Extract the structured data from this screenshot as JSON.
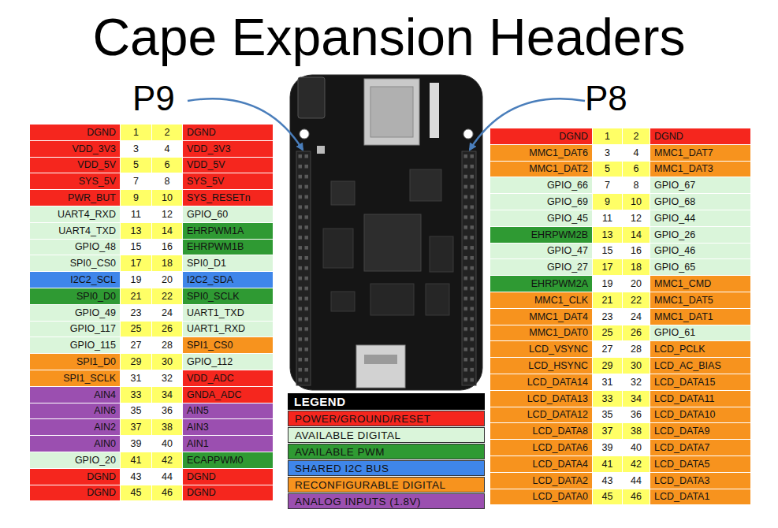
{
  "diagram": {
    "title": "Cape Expansion Headers",
    "labels": [
      "P9",
      "P8",
      "DGND",
      "1",
      "2",
      "DGND",
      "VDD_3V3",
      "3",
      "4",
      "VDD_3V3",
      "VDD_5V",
      "5",
      "6",
      "VDD_5V",
      "SYS_5V",
      "7",
      "8",
      "SYS_5V",
      "PWR_BUT",
      "9",
      "10",
      "SYS_RESETn",
      "UART4_RXD",
      "11",
      "12",
      "GPIO_60",
      "UART4_TXD",
      "13",
      "14",
      "EHRPWM1A",
      "GPIO_48",
      "15",
      "16",
      "EHRPWM1B",
      "SPI0_CS0",
      "17",
      "18",
      "SPI0_D1",
      "I2C2_SCL",
      "19",
      "20",
      "I2C2_SDA",
      "SPI0_D0",
      "21",
      "22",
      "SPI0_SCLK",
      "GPIO_49",
      "23",
      "24",
      "UART1_TXD",
      "GPIO_117",
      "25",
      "26",
      "UART1_RXD",
      "GPIO_115",
      "27",
      "28",
      "SPI1_CS0",
      "SPI1_D0",
      "29",
      "30",
      "GPIO_112",
      "SPI1_SCLK",
      "31",
      "32",
      "VDD_ADC",
      "AIN4",
      "33",
      "34",
      "GNDA_ADC",
      "AIN6",
      "35",
      "36",
      "AIN5",
      "AIN2",
      "37",
      "38",
      "AIN3",
      "AIN0",
      "39",
      "40",
      "AIN1",
      "GPIO_20",
      "41",
      "42",
      "ECAPPWM0",
      "DGND",
      "43",
      "44",
      "DGND",
      "DGND",
      "45",
      "46",
      "DGND",
      "DGND",
      "1",
      "2",
      "DGND",
      "MMC1_DAT6",
      "3",
      "4",
      "MMC1_DAT7",
      "MMC1_DAT2",
      "5",
      "6",
      "MMC1_DAT3",
      "GPIO_66",
      "7",
      "8",
      "GPIO_67",
      "GPIO_69",
      "9",
      "10",
      "GPIO_68",
      "GPIO_45",
      "11",
      "12",
      "GPIO_44",
      "EHRPWM2B",
      "13",
      "14",
      "GPIO_26",
      "GPIO_47",
      "15",
      "16",
      "GPIO_46",
      "GPIO_27",
      "17",
      "18",
      "GPIO_65",
      "EHRPWM2A",
      "19",
      "20",
      "MMC1_CMD",
      "MMC1_CLK",
      "21",
      "22",
      "MMC1_DAT5",
      "MMC1_DAT4",
      "23",
      "24",
      "MMC1_DAT1",
      "MMC1_DAT0",
      "25",
      "26",
      "GPIO_61",
      "LCD_VSYNC",
      "27",
      "28",
      "LCD_PCLK",
      "LCD_HSYNC",
      "29",
      "30",
      "LCD_AC_BIAS",
      "LCD_DATA14",
      "31",
      "32",
      "LCD_DATA15",
      "LCD_DATA13",
      "33",
      "34",
      "LCD_DATA11",
      "LCD_DATA12",
      "35",
      "36",
      "LCD_DATA10",
      "LCD_DATA8",
      "37",
      "38",
      "LCD_DATA9",
      "LCD_DATA6",
      "39",
      "40",
      "LCD_DATA7",
      "LCD_DATA4",
      "41",
      "42",
      "LCD_DATA5",
      "LCD_DATA2",
      "43",
      "44",
      "LCD_DATA3",
      "LCD_DATA0",
      "45",
      "46",
      "LCD_DATA1",
      "LEGEND"
    ],
    "legend": [
      {
        "text": "POWER/GROUND/RESET",
        "color": "#f5261e"
      },
      {
        "text": "AVAILABLE DIGITAL",
        "color": "#daf5da"
      },
      {
        "text": "AVAILABLE PWM",
        "color": "#2f9a33"
      },
      {
        "text": "SHARED I2C BUS",
        "color": "#3f86ea"
      },
      {
        "text": "RECONFIGURABLE DIGITAL",
        "color": "#f7931e"
      },
      {
        "text": "ANALOG INPUTS (1.8V)",
        "color": "#9b4fb0"
      }
    ]
  }
}
